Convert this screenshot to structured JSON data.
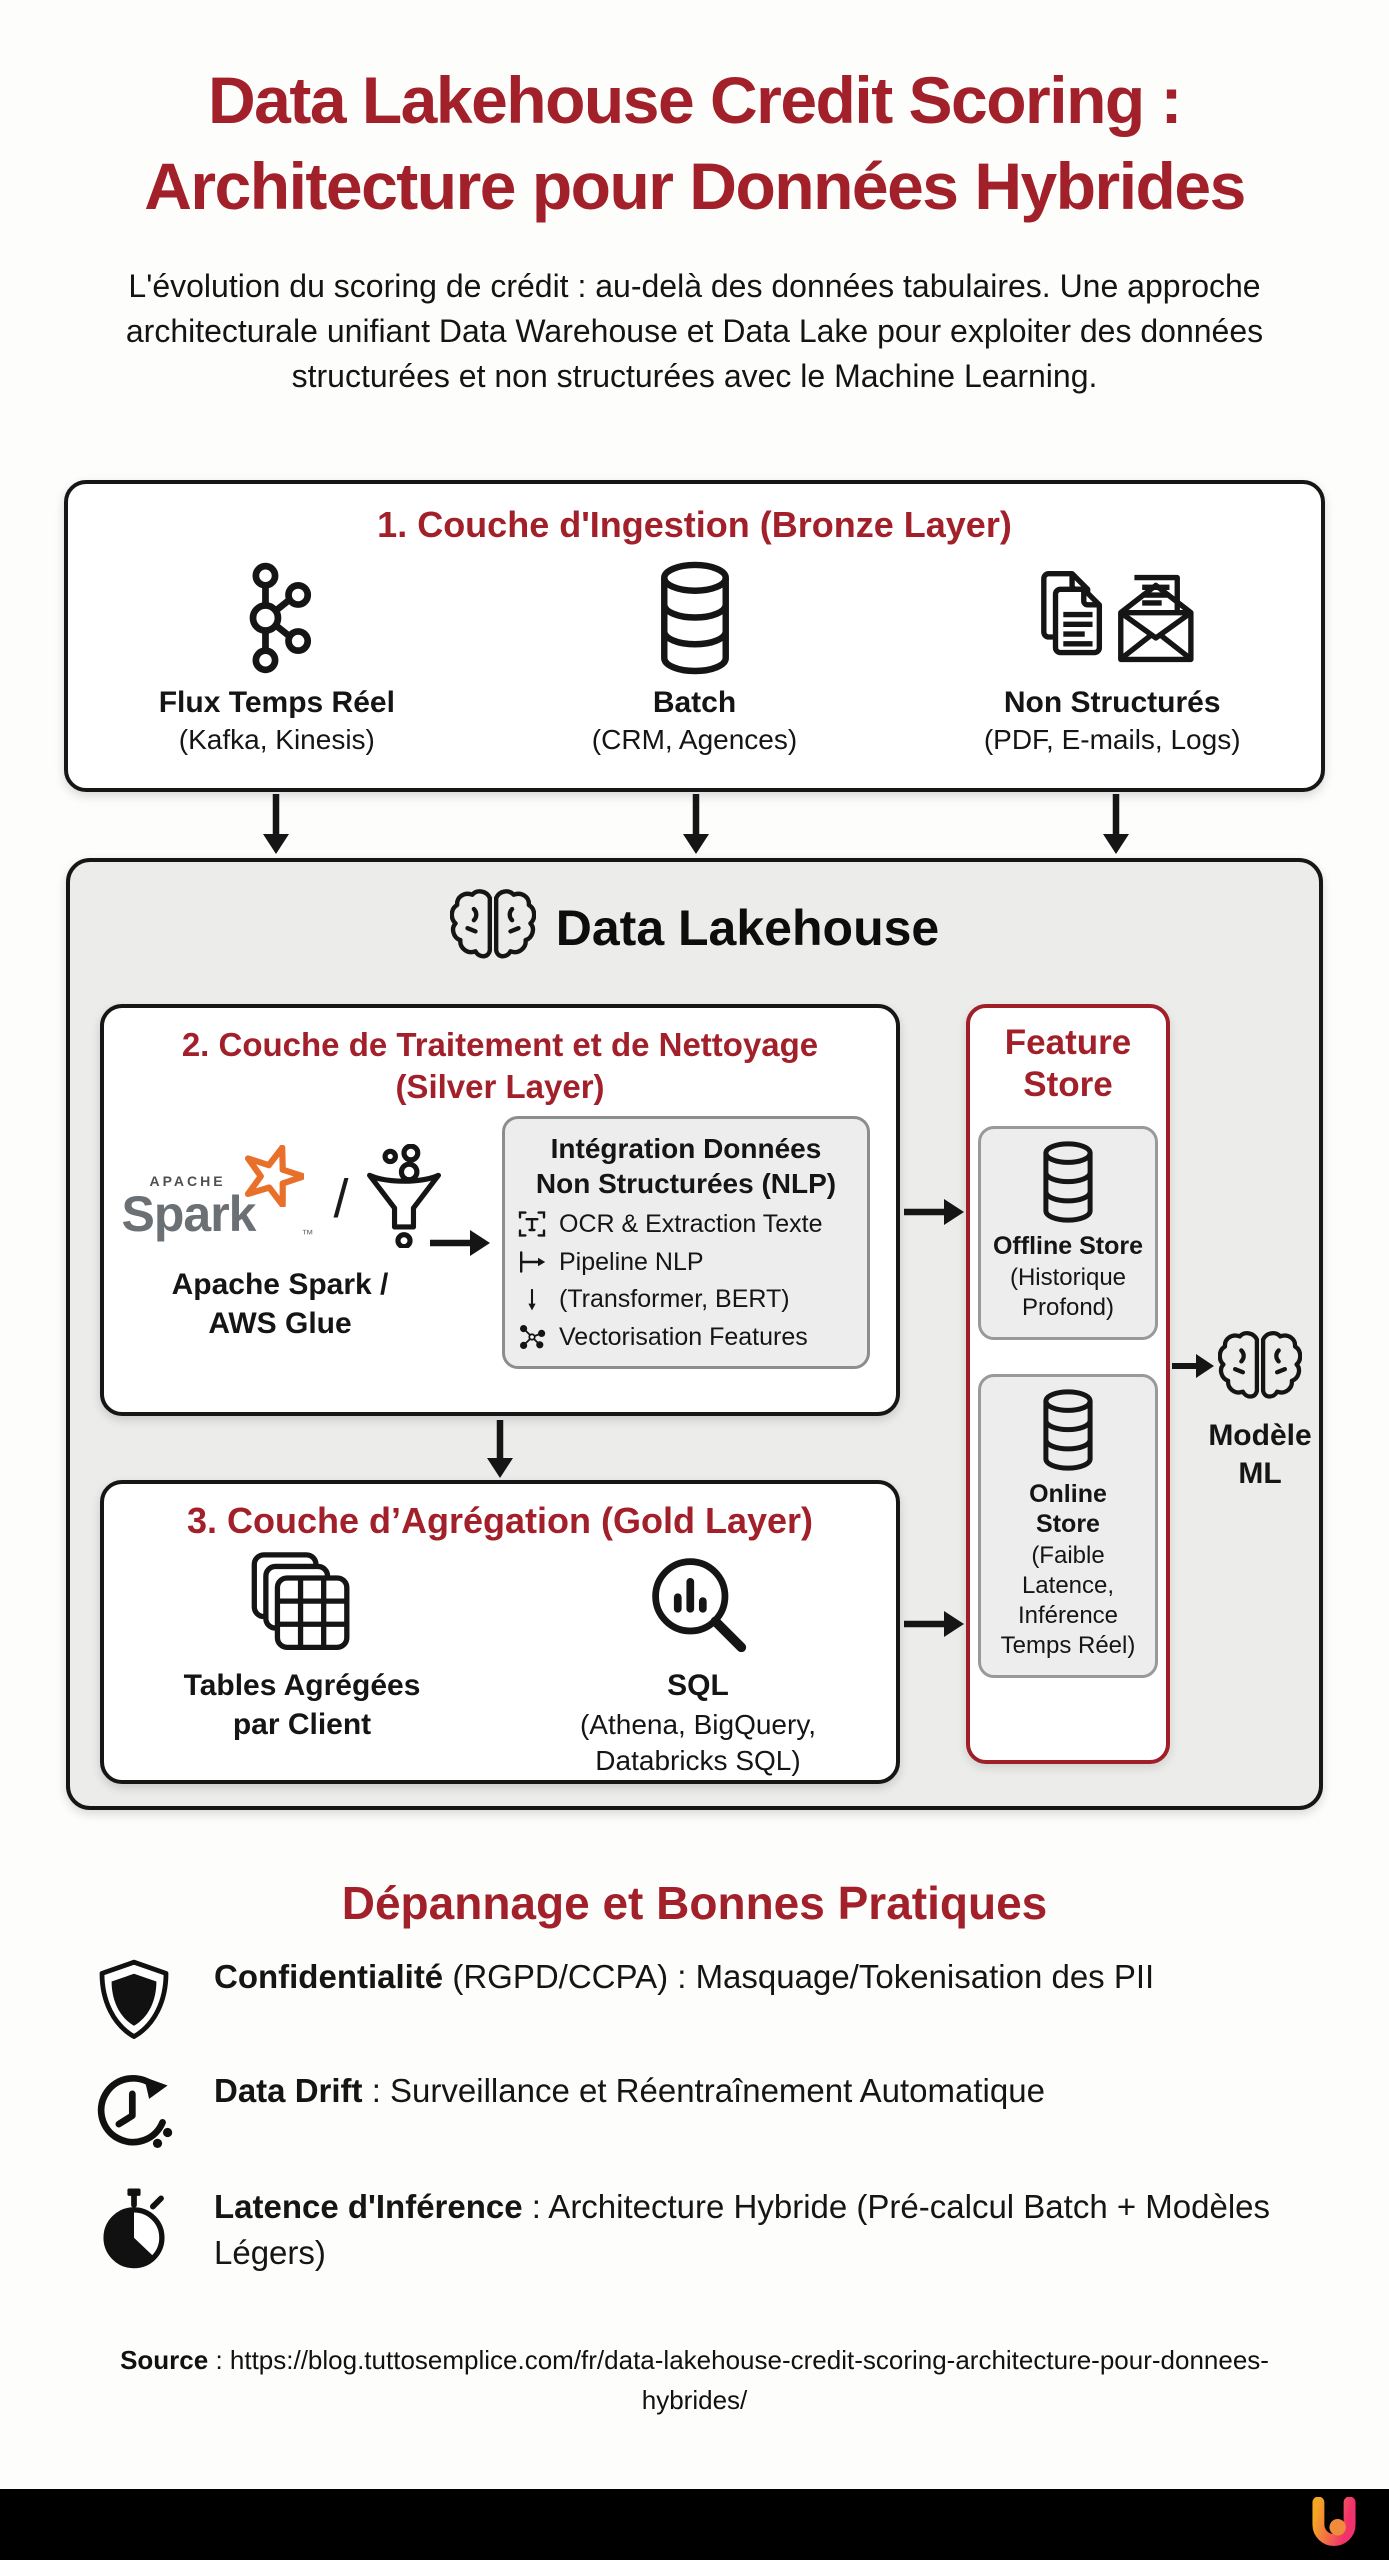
{
  "colors": {
    "accent_red": "#A2202A",
    "feature_store_border": "#9F1F28",
    "ink": "#151515",
    "lakehouse_bg": "#ECEDEA",
    "panel_gray": "#EDEDED",
    "footer_bar": "#000000",
    "spark_orange": "#E8702A",
    "spark_gray": "#6b7075",
    "logo_gradient": [
      "#F5A623",
      "#F2336B"
    ]
  },
  "header": {
    "title_line1": "Data Lakehouse Credit Scoring :",
    "title_line2": "Architecture pour Données Hybrides",
    "subtitle": "L'évolution du scoring de crédit : au-delà des données tabulaires. Une approche architecturale unifiant Data Warehouse et Data Lake pour exploiter des données structurées et non structurées avec le Machine Learning."
  },
  "bronze": {
    "title": "1. Couche d'Ingestion (Bronze Layer)",
    "items": [
      {
        "icon": "kafka-icon",
        "label": "Flux Temps Réel",
        "sublabel": "(Kafka, Kinesis)"
      },
      {
        "icon": "database-icon",
        "label": "Batch",
        "sublabel": "(CRM, Agences)"
      },
      {
        "icon": "documents-mail-icon",
        "label": "Non Structurés",
        "sublabel": "(PDF, E-mails, Logs)"
      }
    ]
  },
  "lakehouse": {
    "title": "Data Lakehouse",
    "title_icon": "brain-icon",
    "silver": {
      "title_line1": "2. Couche de Traitement et de Nettoyage",
      "title_line2": "(Silver Layer)",
      "spark": {
        "apache": "APACHE",
        "name": "Spark",
        "tm": "™",
        "slash": "/",
        "star_icon": "spark-star-icon",
        "funnel_icon": "funnel-icon"
      },
      "tool_label": "Apache Spark / AWS Glue",
      "nlp": {
        "title_line1": "Intégration Données",
        "title_line2": "Non Structurées (NLP)",
        "items": [
          {
            "icon": "ocr-frame-icon",
            "text": "OCR & Extraction Texte"
          },
          {
            "icon": "mapsto-arrow-icon",
            "text": "Pipeline NLP"
          },
          {
            "icon": "down-arrow-icon",
            "text": "(Transformer, BERT)"
          },
          {
            "icon": "vector-nodes-icon",
            "text": "Vectorisation Features"
          }
        ]
      }
    },
    "gold": {
      "title": "3. Couche d’Agrégation (Gold Layer)",
      "tables_icon": "tables-stack-icon",
      "tables_label": "Tables Agrégées par Client",
      "sql_icon": "sql-search-icon",
      "sql_label": "SQL",
      "sql_sublabel": "(Athena, BigQuery, Databricks SQL)"
    },
    "feature_store": {
      "title": "Feature Store",
      "offline": {
        "icon": "database-icon",
        "label": "Offline Store",
        "sublabel": "(Historique Profond)"
      },
      "online": {
        "icon": "database-icon",
        "label": "Online Store",
        "sublabel": "(Faible Latence, Inférence Temps Réel)"
      }
    },
    "model": {
      "icon": "brain-icon",
      "label": "Modèle ML"
    }
  },
  "practices": {
    "title": "Dépannage et Bonnes Pratiques",
    "items": [
      {
        "icon": "shield-icon",
        "strong": "Confidentialité",
        "rest": " (RGPD/CCPA) : Masquage/Tokenisation des PII"
      },
      {
        "icon": "clock-refresh-icon",
        "strong": "Data Drift",
        "rest": " : Surveillance et Réentraînement Automatique"
      },
      {
        "icon": "stopwatch-icon",
        "strong": "Latence d'Inférence",
        "rest": " : Architecture Hybride (Pré-calcul Batch + Modèles Légers)"
      }
    ]
  },
  "footer": {
    "source_label": "Source",
    "source_rest": " : https://blog.tuttosemplice.com/fr/data-lakehouse-credit-scoring-architecture-pour-donnees-hybrides/",
    "logo_icon": "u-gradient-logo"
  }
}
